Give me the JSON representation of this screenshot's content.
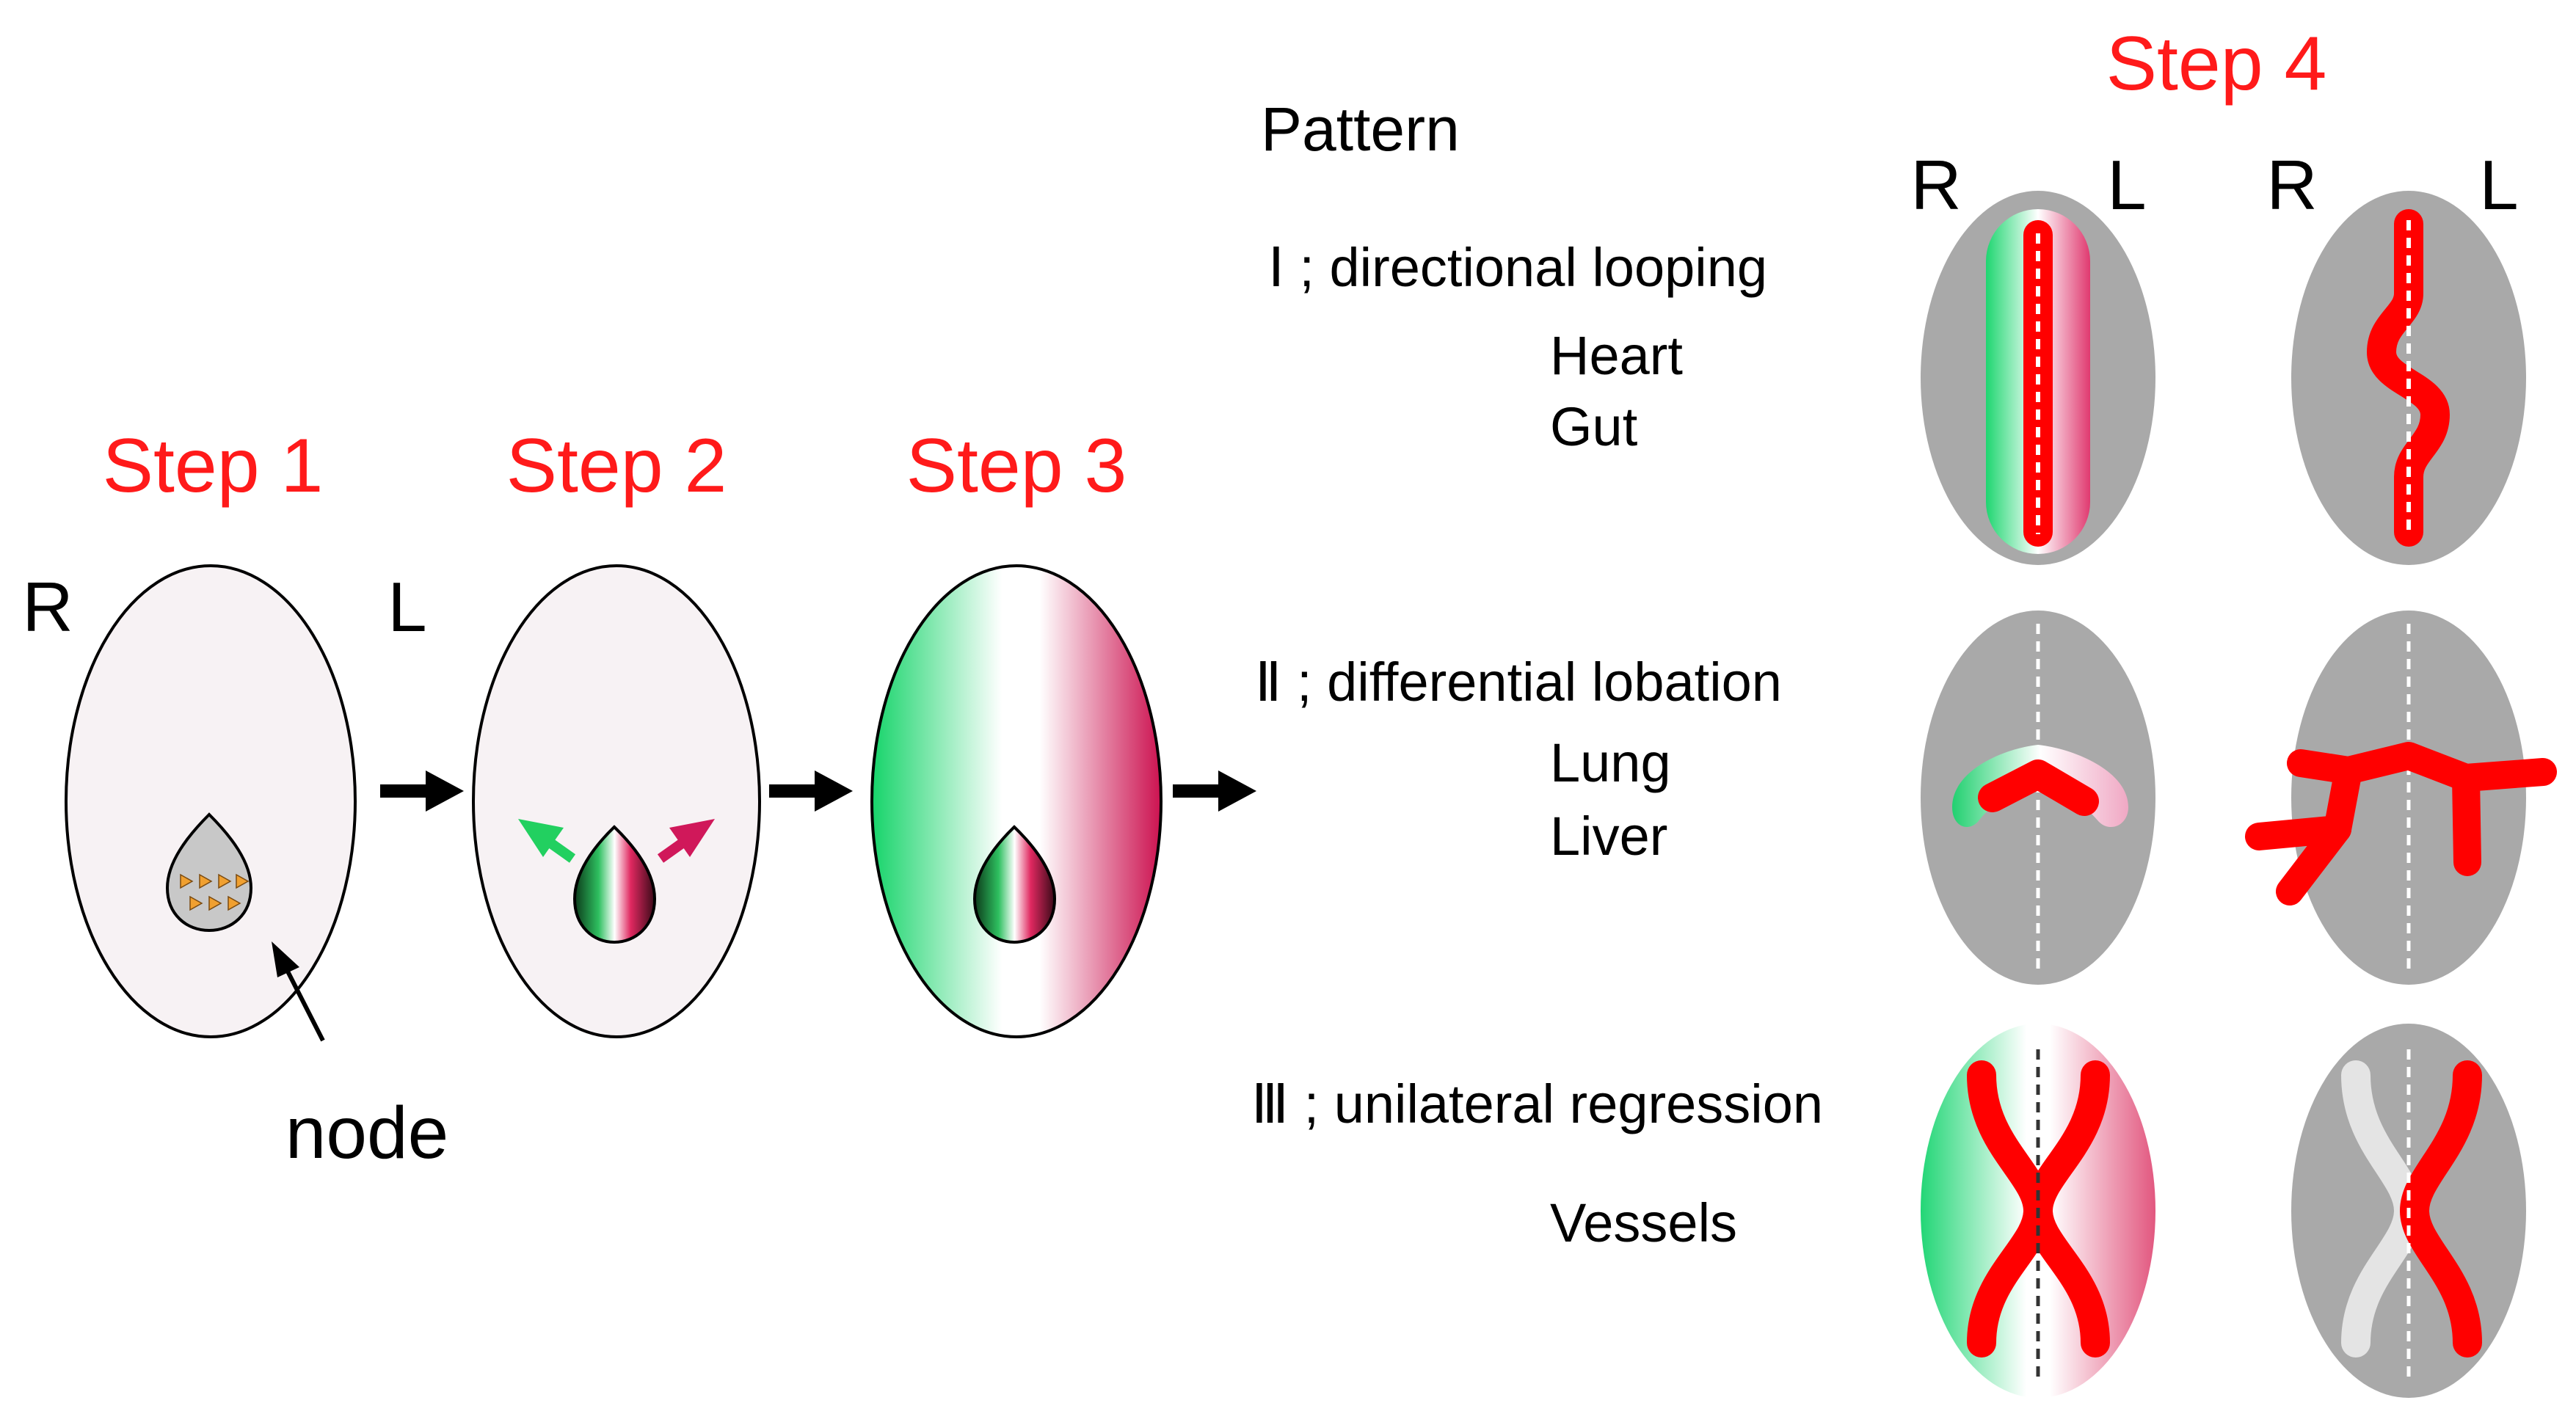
{
  "steps": {
    "step1": "Step 1",
    "step2": "Step 2",
    "step3": "Step 3",
    "step4": "Step 4"
  },
  "side_labels": {
    "right": "R",
    "left": "L"
  },
  "node_label": "node",
  "pattern_header": "Pattern",
  "patterns": [
    {
      "label": "Ⅰ ; directional looping",
      "organs": [
        "Heart",
        "Gut"
      ]
    },
    {
      "label": "Ⅱ ; differential lobation",
      "organs": [
        "Lung",
        "Liver"
      ]
    },
    {
      "label": "Ⅲ ; unilateral regression",
      "organs": [
        "Vessels"
      ]
    }
  ],
  "colors": {
    "title_red": "#ff1a1a",
    "organ_red": "#ff0000",
    "right_green": "#1edc6a",
    "left_magenta": "#d0185a",
    "embryo_gray": "#a9a9a9",
    "embryo_pale": "#f7f2f4",
    "cilia_orange": "#f0a030"
  }
}
